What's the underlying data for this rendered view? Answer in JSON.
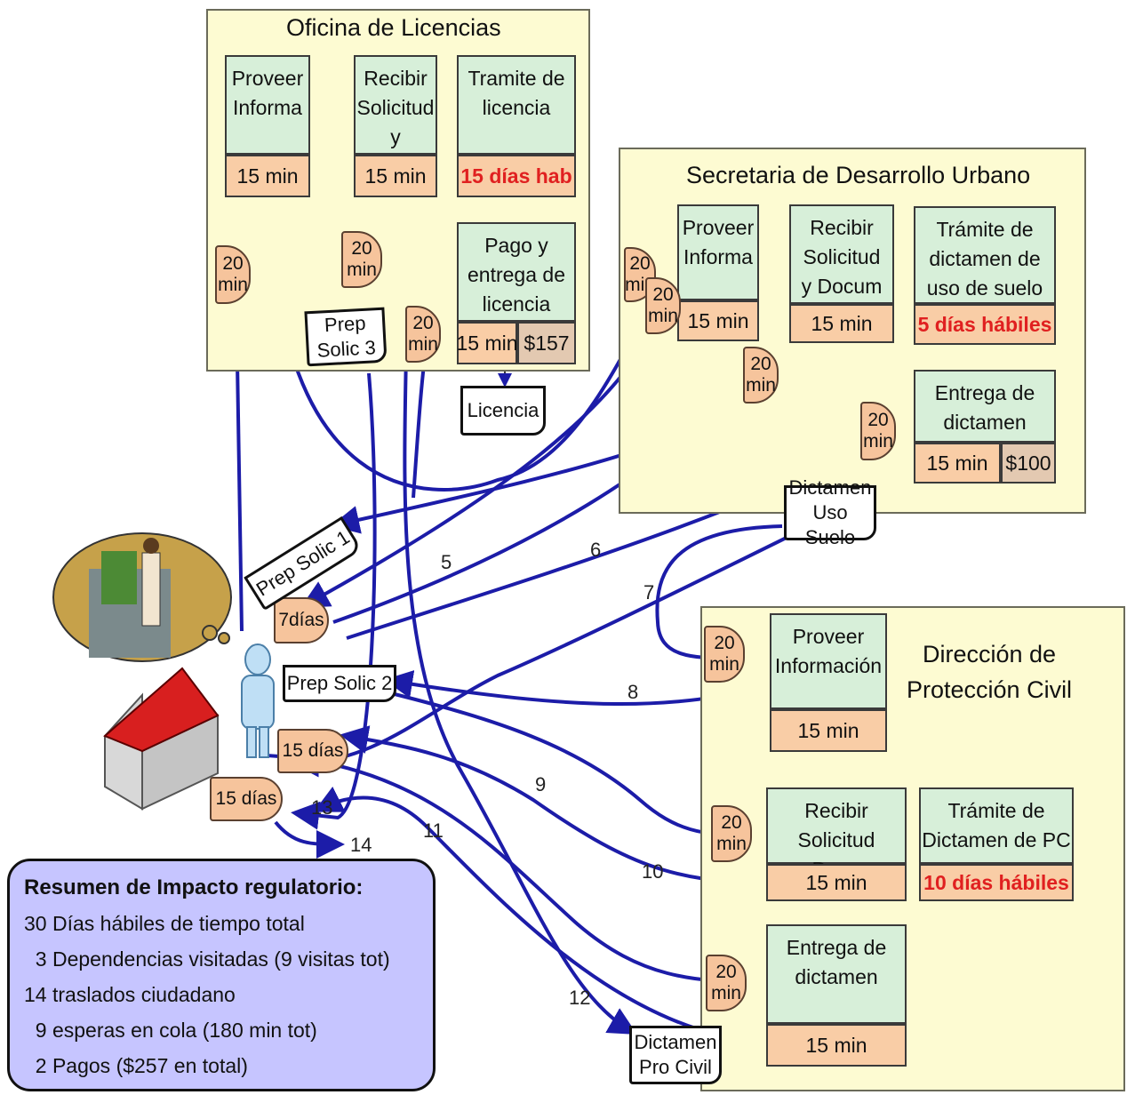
{
  "zones": {
    "licencias": "Oficina de Licencias",
    "desarrollo": "Secretaria de Desarrollo Urbano",
    "proteccion": "Dirección de\nProtección Civil"
  },
  "activities": {
    "lic_proveer": "Proveer\nInforma",
    "lic_recibir": "Recibir\nSolicitud\ny Docum",
    "lic_tramite": "Tramite de\nlicencia",
    "lic_pago": "Pago y\nentrega de\nlicencia",
    "sdu_proveer": "Proveer\nInforma",
    "sdu_recibir": "Recibir\nSolicitud\ny Docum",
    "sdu_tramite": "Trámite de\ndictamen de\nuso de suelo",
    "sdu_entrega": "Entrega de\ndictamen",
    "pc_proveer": "Proveer\nInformación",
    "pc_recibir": "Recibir Solicitud\ny Docum",
    "pc_tramite": "Trámite de\nDictamen de PC",
    "pc_entrega": "Entrega de\ndictamen"
  },
  "times": {
    "lic_proveer": "15 min",
    "lic_recibir": "15 min",
    "lic_tramite": "15 días hab",
    "lic_pago": "15 min",
    "lic_pago_cost": "$157",
    "sdu_proveer": "15 min",
    "sdu_recibir": "15 min",
    "sdu_tramite": "5 días hábiles",
    "sdu_entrega": "15 min",
    "sdu_entrega_cost": "$100",
    "pc_proveer": "15 min",
    "pc_recibir": "15 min",
    "pc_tramite": "10 días hábiles",
    "pc_entrega": "15 min"
  },
  "waits": {
    "w1": "20\nmin",
    "w2": "20\nmin",
    "w3": "20\nmin",
    "w4": "20\nmin",
    "w5": "20\nmin",
    "w6": "20\nmin",
    "w7": "20\nmin",
    "w8": "20\nmin",
    "w9": "20\nmin",
    "w10": "20\nmin",
    "d7": "7días",
    "d15a": "15 días",
    "d15b": "15 días"
  },
  "documents": {
    "prep3": "Prep\nSolic 3",
    "licencia": "Licencia",
    "dictamen_uso": "Dictamen\nUso Suelo",
    "prep1": "Prep Solic 1",
    "prep2": "Prep Solic 2",
    "dictamen_pc": "Dictamen\nPro Civil"
  },
  "steps": [
    "5",
    "6",
    "7",
    "8",
    "9",
    "10",
    "11",
    "12",
    "13",
    "14"
  ],
  "summary": {
    "title": "Resumen de Impacto regulatorio:",
    "lines": [
      "30 Días hábiles de tiempo total",
      "  3 Dependencias visitadas (9 visitas tot)",
      "14 traslados ciudadano",
      "  9 esperas en cola (180 min tot)",
      "  2 Pagos ($257 en total)"
    ]
  },
  "colors": {
    "flow": "#1c1ca8",
    "zone_bg": "#fdfbd2",
    "activity_bg": "#d7efd9",
    "time_bg": "#f9cda6",
    "red_text": "#e02020",
    "summary_bg": "#c6c5ff"
  }
}
